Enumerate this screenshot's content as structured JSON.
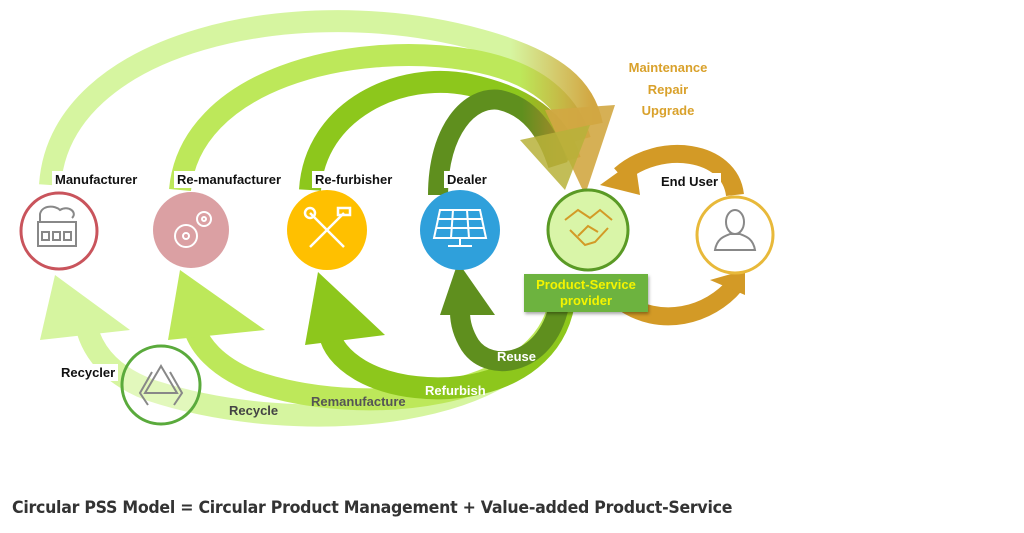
{
  "nodes": {
    "manufacturer": {
      "label": "Manufacturer",
      "icon": "factory-icon",
      "color": "#c9545c"
    },
    "remanufacturer": {
      "label": "Re-manufacturer",
      "icon": "gears-icon",
      "color": "#dba0a3"
    },
    "refurbisher": {
      "label": "Re-furbisher",
      "icon": "tools-icon",
      "color": "#ffc000"
    },
    "dealer": {
      "label": "Dealer",
      "icon": "solar-panel-icon",
      "color": "#2fa0db"
    },
    "provider": {
      "label_line1": "Product-Service",
      "label_line2": "provider",
      "icon": "handshake-icon",
      "color": "#d9f5a8"
    },
    "end_user": {
      "label": "End User",
      "icon": "user-icon",
      "color": "#e8b93a"
    },
    "recycler": {
      "label": "Recycler",
      "icon": "recycle-icon",
      "color": "#5aaa3c"
    }
  },
  "services": [
    "Maintenance",
    "Repair",
    "Upgrade"
  ],
  "flows": {
    "reuse": "Reuse",
    "refurbish": "Refurbish",
    "remanufacture": "Remanufacture",
    "recycle": "Recycle"
  },
  "colors": {
    "light_green": "#d6f5a0",
    "lime_green": "#bde85a",
    "mid_green": "#8dc71c",
    "dark_green": "#5f8f1e",
    "gold": "#d39a26"
  },
  "footer": "Circular PSS Model = Circular Product Management + Value-added Product-Service"
}
